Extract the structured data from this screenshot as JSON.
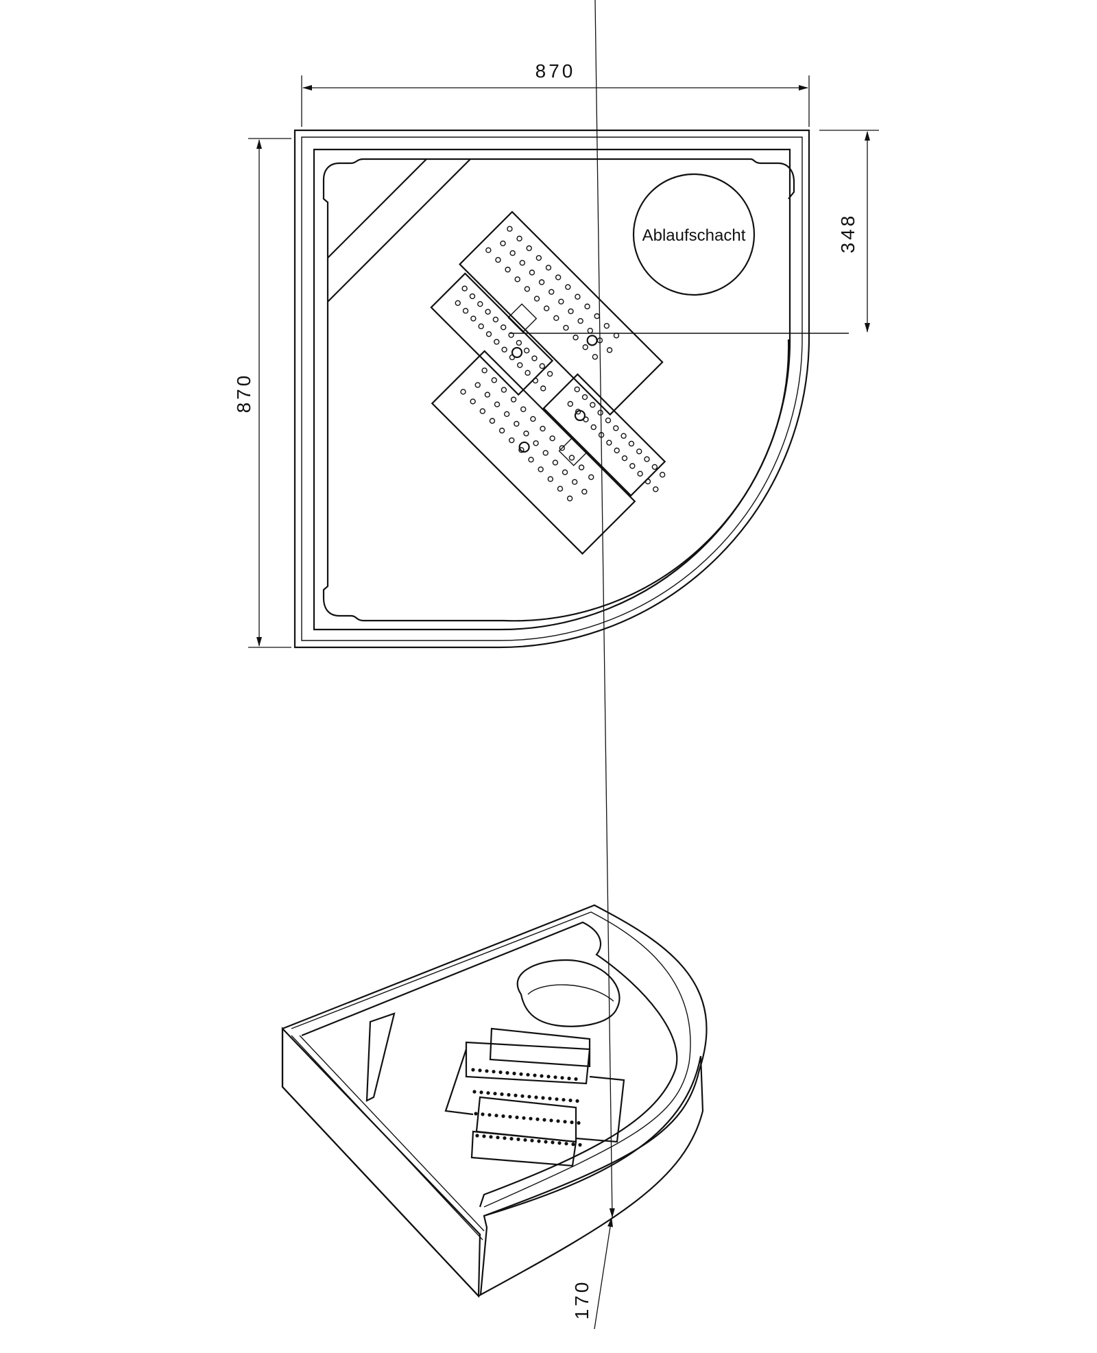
{
  "plan_view": {
    "width_dimension": "870",
    "height_dimension": "870",
    "drain_offset_dimension": "348",
    "drain_label": "Ablaufschacht"
  },
  "iso_view": {
    "height_dimension": "170"
  }
}
